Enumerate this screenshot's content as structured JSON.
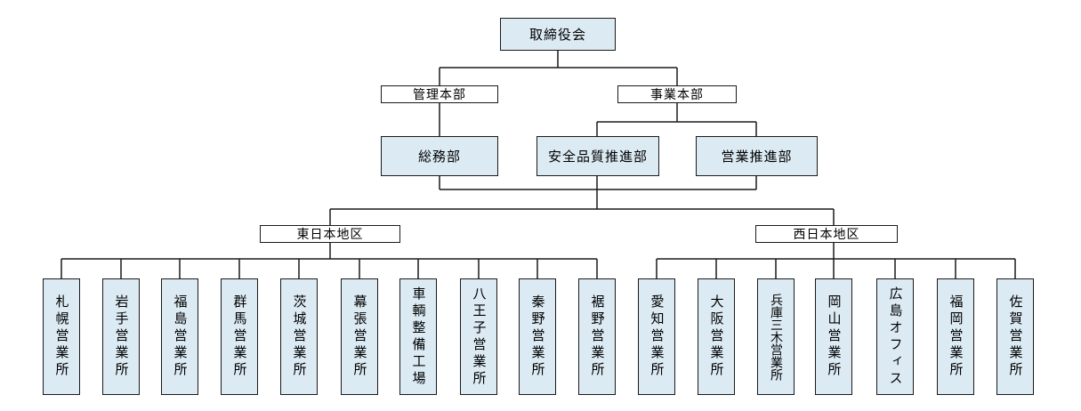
{
  "board": "取締役会",
  "divisions": {
    "admin": "管理本部",
    "business": "事業本部"
  },
  "departments": {
    "general_affairs": "総務部",
    "safety_quality": "安全品質推進部",
    "sales_promotion": "営業推進部"
  },
  "regions": {
    "east": "東日本地区",
    "west": "西日本地区"
  },
  "offices": {
    "east": [
      "札幌営業所",
      "岩手営業所",
      "福島営業所",
      "群馬営業所",
      "茨城営業所",
      "幕張営業所",
      "車輌整備工場",
      "八王子営業所",
      "秦野営業所",
      "裾野営業所"
    ],
    "west": [
      "愛知営業所",
      "大阪営業所",
      "兵庫三木営業所",
      "岡山営業所",
      "広島オフィス",
      "福岡営業所",
      "佐賀営業所"
    ]
  },
  "colors": {
    "box_fill": "#dbeaf3",
    "line": "#1a1a1a"
  }
}
